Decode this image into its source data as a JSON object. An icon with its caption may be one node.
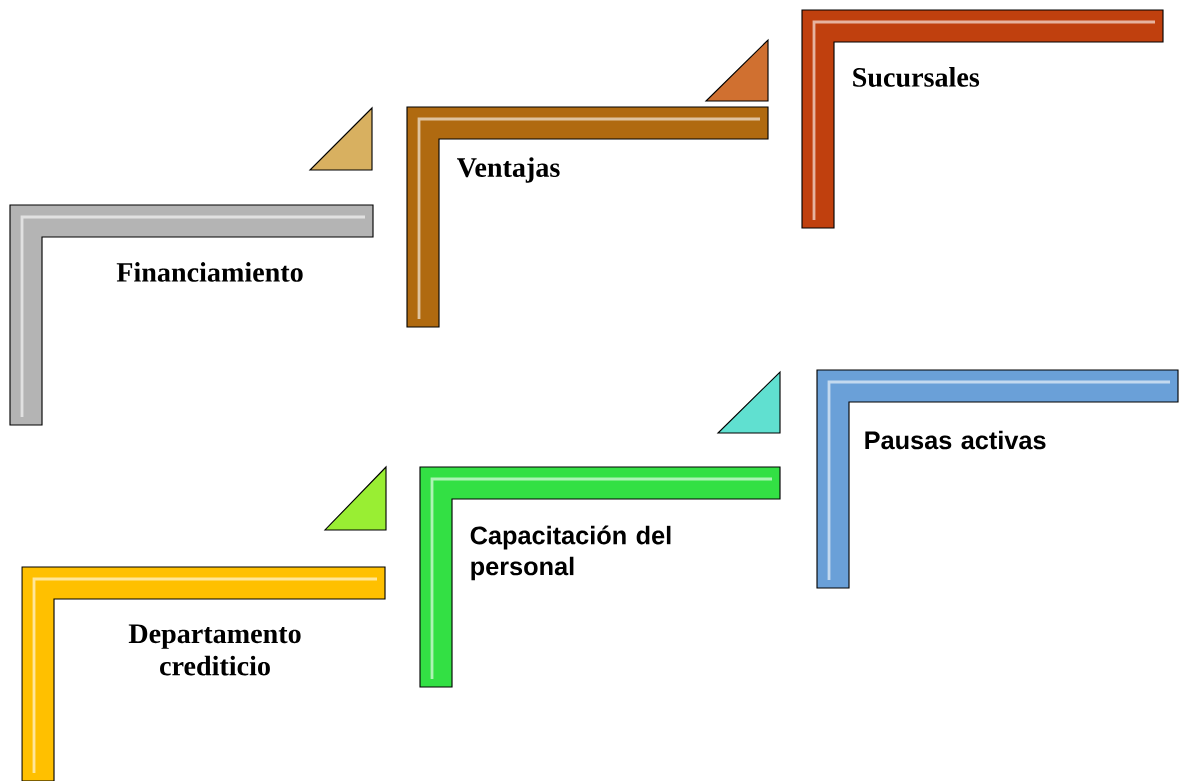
{
  "diagram": {
    "nodes": [
      {
        "text": [
          "Financiamiento"
        ]
      },
      {
        "text": [
          "Ventajas"
        ]
      },
      {
        "text": [
          "Sucursales"
        ]
      },
      {
        "text": [
          "Departamento crediticio"
        ]
      },
      {
        "text": [
          "Capacitación del personal"
        ]
      },
      {
        "text": [
          "Pausas activas"
        ]
      }
    ],
    "edges": [
      {
        "from": 1,
        "to": 0,
        "arrow": "to"
      },
      {
        "from": 2,
        "to": 1,
        "arrow": "to"
      },
      {
        "from": 4,
        "to": 3,
        "arrow": "to"
      },
      {
        "from": 5,
        "to": 4,
        "arrow": "to"
      }
    ]
  }
}
